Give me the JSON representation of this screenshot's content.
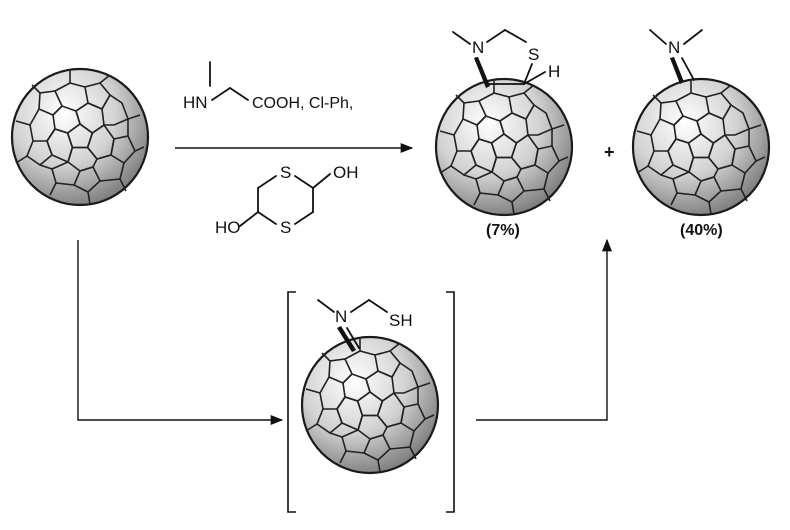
{
  "reagents": {
    "amine_nh": "HN",
    "acid_and_solvent": "COOH, Cl-Ph,",
    "dithiane_s_top": "S",
    "dithiane_oh_right": "OH",
    "dithiane_ho_left": "HO",
    "dithiane_s_bottom": "S"
  },
  "product_thiazolidine": {
    "n_label": "N",
    "s_label": "S",
    "h_label": "H",
    "yield": "(7%)"
  },
  "product_pyrrolidine": {
    "n_label": "N",
    "yield": "(40%)"
  },
  "intermediate": {
    "n_label": "N",
    "sh_label": "SH"
  },
  "plus_sign": "+",
  "colors": {
    "ink": "#111111",
    "cage_highlight": "#ffffff",
    "cage_mid": "#cfcfcf",
    "cage_shadow": "#7a7a7a"
  }
}
